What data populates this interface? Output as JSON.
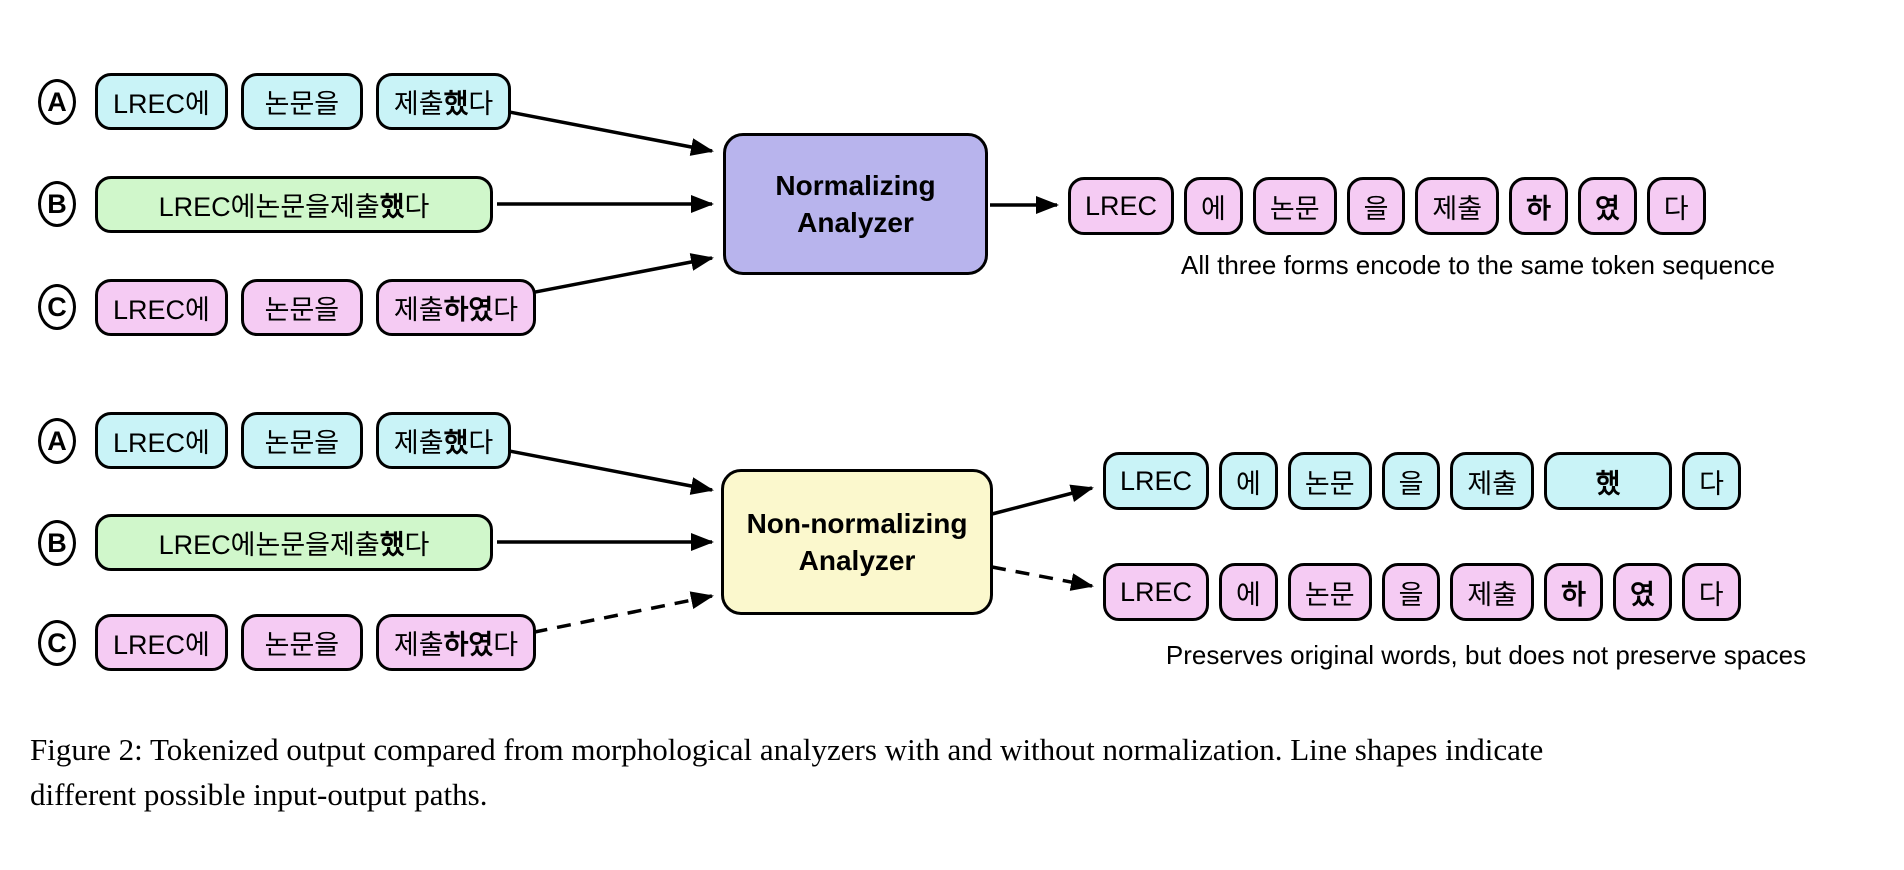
{
  "colors": {
    "input_a_fill": "#c9f3f7",
    "input_b_fill": "#d0f7cb",
    "input_c_fill": "#f5cbf3",
    "normalizing_box_fill": "#b8b4ed",
    "non_normalizing_box_fill": "#fbf8cd",
    "stroke": "#000000",
    "background": "#ffffff"
  },
  "top": {
    "rows": [
      {
        "label": "A",
        "pills": [
          {
            "segments": [
              {
                "t": "LREC에"
              }
            ]
          },
          {
            "segments": [
              {
                "t": "논문을"
              }
            ]
          },
          {
            "segments": [
              {
                "t": "제출"
              },
              {
                "t": "했",
                "b": true
              },
              {
                "t": "다"
              }
            ]
          }
        ]
      },
      {
        "label": "B",
        "pills": [
          {
            "stretch": true,
            "segments": [
              {
                "t": "LREC에논문을제출"
              },
              {
                "t": "했",
                "b": true
              },
              {
                "t": "다"
              }
            ]
          }
        ]
      },
      {
        "label": "C",
        "pills": [
          {
            "segments": [
              {
                "t": "LREC에"
              }
            ]
          },
          {
            "segments": [
              {
                "t": "논문을"
              }
            ]
          },
          {
            "segments": [
              {
                "t": "제출"
              },
              {
                "t": "하였",
                "b": true
              },
              {
                "t": "다"
              }
            ]
          }
        ]
      }
    ],
    "analyzer_label": "Normalizing Analyzer",
    "output_tokens": [
      {
        "segments": [
          {
            "t": "LREC"
          }
        ]
      },
      {
        "segments": [
          {
            "t": "에"
          }
        ]
      },
      {
        "segments": [
          {
            "t": "논문"
          }
        ]
      },
      {
        "segments": [
          {
            "t": "을"
          }
        ]
      },
      {
        "segments": [
          {
            "t": "제출"
          }
        ]
      },
      {
        "segments": [
          {
            "t": "하",
            "b": true
          }
        ]
      },
      {
        "segments": [
          {
            "t": "였",
            "b": true
          }
        ]
      },
      {
        "segments": [
          {
            "t": "다"
          }
        ]
      }
    ],
    "caption": "All three forms encode to the same token sequence"
  },
  "bottom": {
    "rows": [
      {
        "label": "A",
        "pills": [
          {
            "segments": [
              {
                "t": "LREC에"
              }
            ]
          },
          {
            "segments": [
              {
                "t": "논문을"
              }
            ]
          },
          {
            "segments": [
              {
                "t": "제출"
              },
              {
                "t": "했",
                "b": true
              },
              {
                "t": "다"
              }
            ]
          }
        ]
      },
      {
        "label": "B",
        "pills": [
          {
            "stretch": true,
            "segments": [
              {
                "t": "LREC에논문을제출"
              },
              {
                "t": "했",
                "b": true
              },
              {
                "t": "다"
              }
            ]
          }
        ]
      },
      {
        "label": "C",
        "pills": [
          {
            "segments": [
              {
                "t": "LREC에"
              }
            ]
          },
          {
            "segments": [
              {
                "t": "논문을"
              }
            ]
          },
          {
            "segments": [
              {
                "t": "제출"
              },
              {
                "t": "하였",
                "b": true
              },
              {
                "t": "다"
              }
            ]
          }
        ]
      }
    ],
    "analyzer_label": "Non-normalizing Analyzer",
    "output_tokens_solid": [
      {
        "segments": [
          {
            "t": "LREC"
          }
        ]
      },
      {
        "segments": [
          {
            "t": "에"
          }
        ]
      },
      {
        "segments": [
          {
            "t": "논문"
          }
        ]
      },
      {
        "segments": [
          {
            "t": "을"
          }
        ]
      },
      {
        "segments": [
          {
            "t": "제출"
          }
        ]
      },
      {
        "wide": true,
        "segments": [
          {
            "t": "했",
            "b": true
          }
        ]
      },
      {
        "segments": [
          {
            "t": "다"
          }
        ]
      }
    ],
    "output_tokens_dashed": [
      {
        "segments": [
          {
            "t": "LREC"
          }
        ]
      },
      {
        "segments": [
          {
            "t": "에"
          }
        ]
      },
      {
        "segments": [
          {
            "t": "논문"
          }
        ]
      },
      {
        "segments": [
          {
            "t": "을"
          }
        ]
      },
      {
        "segments": [
          {
            "t": "제출"
          }
        ]
      },
      {
        "segments": [
          {
            "t": "하",
            "b": true
          }
        ]
      },
      {
        "segments": [
          {
            "t": "였",
            "b": true
          }
        ]
      },
      {
        "segments": [
          {
            "t": "다"
          }
        ]
      }
    ],
    "caption": "Preserves original words, but does not preserve spaces"
  },
  "figure_caption": "Figure 2: Tokenized output compared from morphological analyzers with and without normalization. Line shapes indicate different possible input-output paths."
}
